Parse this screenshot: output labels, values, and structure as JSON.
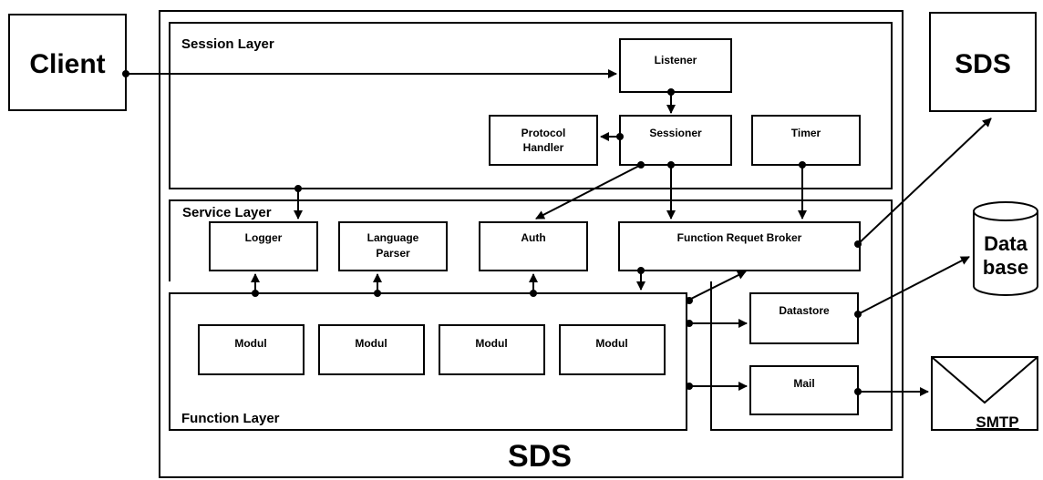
{
  "client": {
    "label": "Client"
  },
  "sds_main": {
    "label": "SDS"
  },
  "sds_remote": {
    "label": "SDS"
  },
  "database": {
    "line1": "Data",
    "line2": "base"
  },
  "smtp": {
    "label": "SMTP"
  },
  "session_layer": {
    "title": "Session Layer",
    "listener": "Listener",
    "protocol_handler": [
      "Protocol",
      "Handler"
    ],
    "sessioner": "Sessioner",
    "timer": "Timer"
  },
  "service_layer": {
    "title": "Service Layer",
    "logger": "Logger",
    "language_parser": [
      "Language",
      "Parser"
    ],
    "auth": "Auth",
    "function_request_broker": "Function Requet Broker"
  },
  "function_layer": {
    "title": "Function Layer",
    "modules": [
      "Modul",
      "Modul",
      "Modul",
      "Modul"
    ]
  },
  "datastore": "Datastore",
  "mail": "Mail"
}
